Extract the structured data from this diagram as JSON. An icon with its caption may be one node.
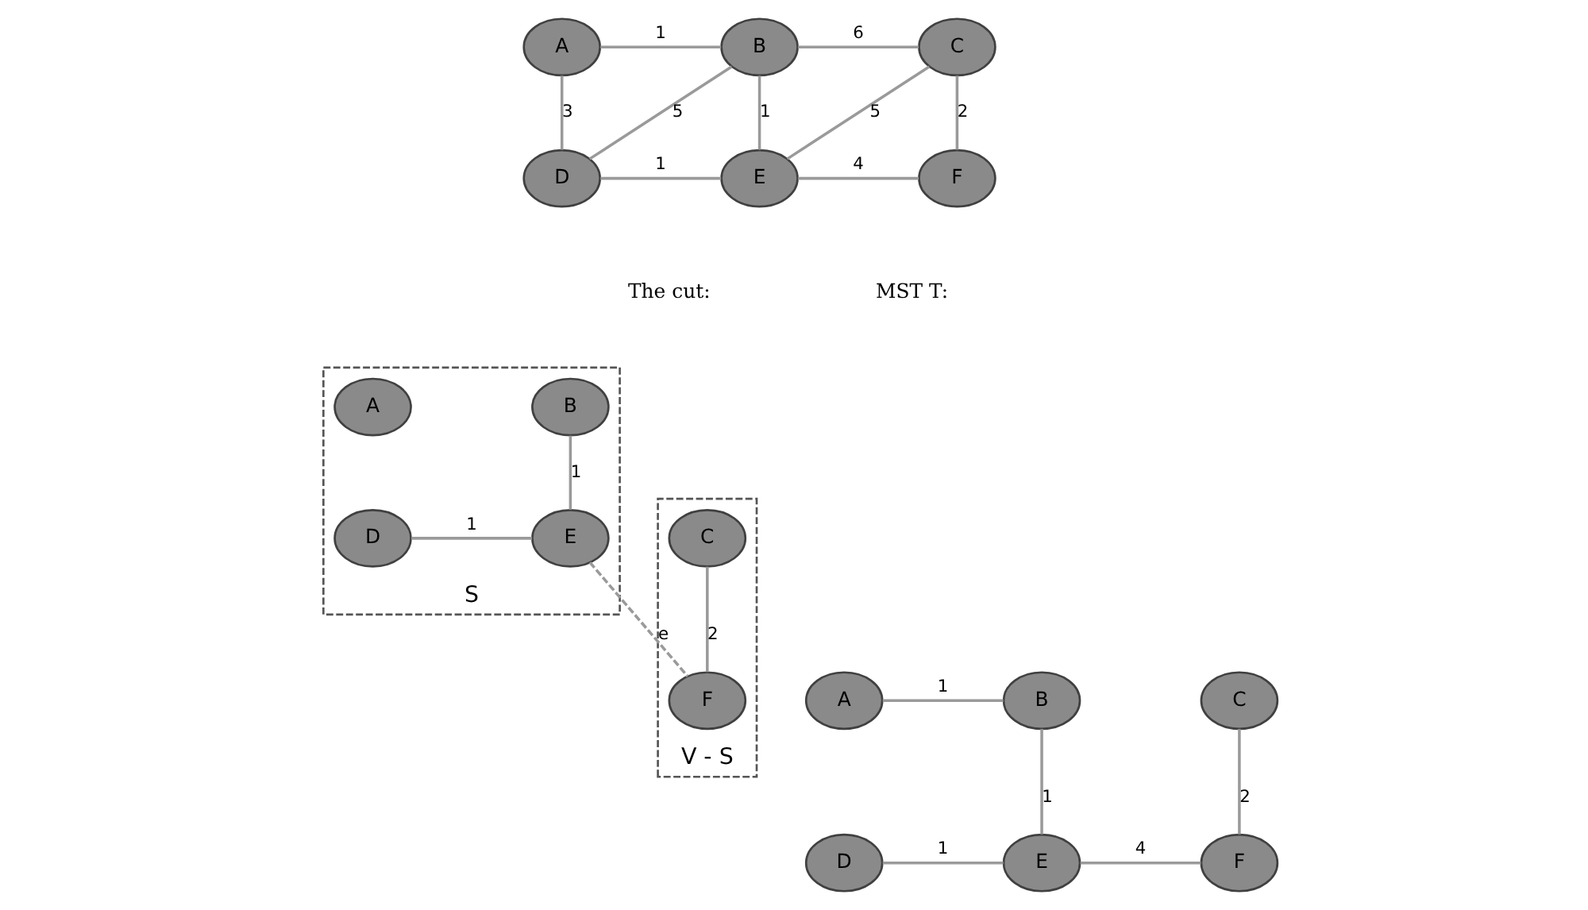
{
  "diagram": {
    "nodes": [
      {
        "text": [
          "A"
        ]
      },
      {
        "text": [
          "B"
        ]
      },
      {
        "text": [
          "C"
        ]
      },
      {
        "text": [
          "D"
        ]
      },
      {
        "text": [
          "E"
        ]
      },
      {
        "text": [
          "F"
        ]
      },
      {
        "text": [
          "S"
        ]
      },
      {
        "text": [
          "A"
        ],
        "in": 6
      },
      {
        "text": [
          "B"
        ],
        "in": 6
      },
      {
        "text": [
          "D"
        ],
        "in": 6
      },
      {
        "text": [
          "E"
        ],
        "in": 6
      },
      {
        "text": [
          "V - S"
        ]
      },
      {
        "text": [
          "C"
        ],
        "in": 11
      },
      {
        "text": [
          "F"
        ],
        "in": 11
      },
      {
        "text": [
          "A"
        ]
      },
      {
        "text": [
          "B"
        ]
      },
      {
        "text": [
          "C"
        ]
      },
      {
        "text": [
          "D"
        ]
      },
      {
        "text": [
          "E"
        ]
      },
      {
        "text": [
          "F"
        ]
      }
    ],
    "edges": [
      {
        "from": 0,
        "to": 1,
        "arrow": "none",
        "label": "1"
      },
      {
        "from": 1,
        "to": 2,
        "arrow": "none",
        "label": "6"
      },
      {
        "from": 0,
        "to": 3,
        "arrow": "none",
        "label": "3"
      },
      {
        "from": 3,
        "to": 1,
        "arrow": "none",
        "label": "5"
      },
      {
        "from": 1,
        "to": 4,
        "arrow": "none",
        "label": "1"
      },
      {
        "from": 2,
        "to": 4,
        "arrow": "none",
        "label": "5"
      },
      {
        "from": 2,
        "to": 5,
        "arrow": "none",
        "label": "2"
      },
      {
        "from": 3,
        "to": 4,
        "arrow": "none",
        "label": "1"
      },
      {
        "from": 4,
        "to": 5,
        "arrow": "none",
        "label": "4"
      },
      {
        "from": 8,
        "to": 10,
        "arrow": "none",
        "label": "1"
      },
      {
        "from": 9,
        "to": 10,
        "arrow": "none",
        "label": "1"
      },
      {
        "from": 12,
        "to": 13,
        "arrow": "none",
        "label": "2"
      },
      {
        "from": 10,
        "to": 13,
        "arrow": "none",
        "label": "e",
        "style": "dashed"
      },
      {
        "from": 14,
        "to": 15,
        "arrow": "none",
        "label": "1"
      },
      {
        "from": 15,
        "to": 18,
        "arrow": "none",
        "label": "1"
      },
      {
        "from": 16,
        "to": 19,
        "arrow": "none",
        "label": "2"
      },
      {
        "from": 17,
        "to": 18,
        "arrow": "none",
        "label": "1"
      },
      {
        "from": 18,
        "to": 19,
        "arrow": "none",
        "label": "4"
      }
    ],
    "labels": [
      "The cut:",
      "MST T:"
    ]
  }
}
